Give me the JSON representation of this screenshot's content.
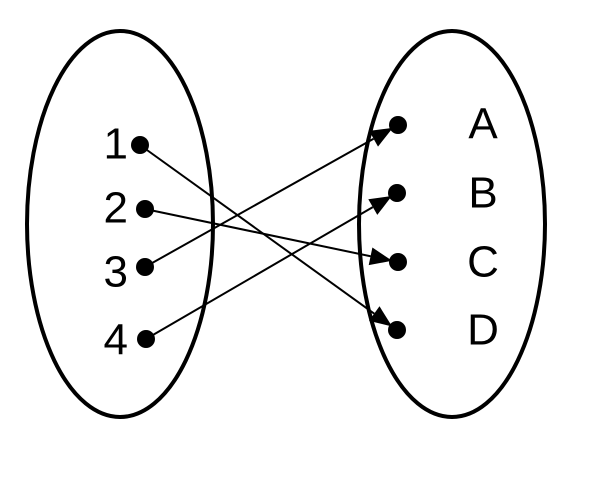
{
  "domain": {
    "elements": [
      "1",
      "2",
      "3",
      "4"
    ]
  },
  "codomain": {
    "elements": [
      "A",
      "B",
      "C",
      "D"
    ]
  },
  "mapping": [
    {
      "from": "1",
      "to": "D"
    },
    {
      "from": "2",
      "to": "C"
    },
    {
      "from": "3",
      "to": "A"
    },
    {
      "from": "4",
      "to": "B"
    }
  ],
  "colors": {
    "stroke": "#000000",
    "background": "#ffffff"
  }
}
